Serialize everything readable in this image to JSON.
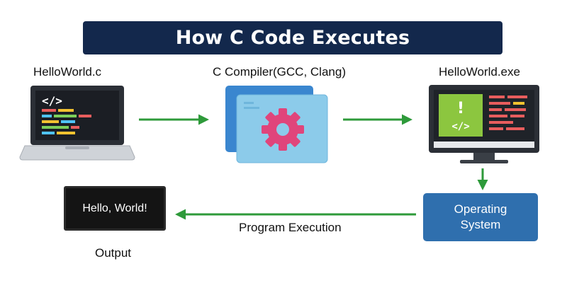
{
  "title": "How C Code Executes",
  "nodes": {
    "source": {
      "label": "HelloWorld.c",
      "code_symbol": "</>"
    },
    "compiler": {
      "label": "C Compiler(GCC, Clang)"
    },
    "executable": {
      "label": "HelloWorld.exe",
      "alert_symbol": "!",
      "code_symbol": "</>"
    },
    "os": {
      "label": "Operating\nSystem"
    },
    "output": {
      "screen_text": "Hello, World!",
      "label": "Output"
    }
  },
  "edges": [
    {
      "from": "source",
      "to": "compiler",
      "label": ""
    },
    {
      "from": "compiler",
      "to": "executable",
      "label": ""
    },
    {
      "from": "executable",
      "to": "os",
      "label": ""
    },
    {
      "from": "os",
      "to": "output",
      "label": "Program Execution"
    }
  ],
  "colors": {
    "title_bg": "#13284c",
    "arrow": "#2e9a3a",
    "os_box": "#2f6fae",
    "compiler_front": "#8ccbea",
    "compiler_back": "#3a86cf",
    "gear": "#e0457b",
    "exe_panel": "#8cc63f"
  }
}
